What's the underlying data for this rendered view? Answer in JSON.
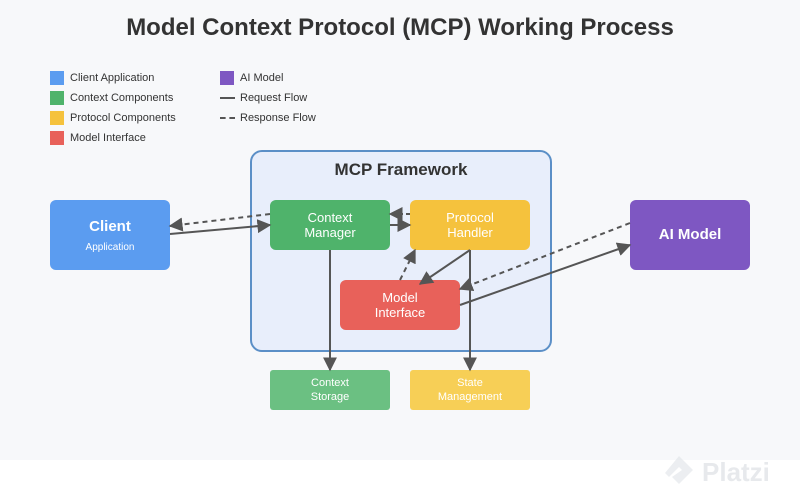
{
  "title": "Model Context Protocol (MCP) Working Process",
  "legend": [
    {
      "label": "Client Application",
      "kind": "swatch",
      "color": "#5b9cf0"
    },
    {
      "label": "Context Components",
      "kind": "swatch",
      "color": "#4fb36b"
    },
    {
      "label": "Protocol Components",
      "kind": "swatch",
      "color": "#f5c23d"
    },
    {
      "label": "Model Interface",
      "kind": "swatch",
      "color": "#e8615a"
    },
    {
      "label": "AI Model",
      "kind": "swatch",
      "color": "#7e57c2"
    },
    {
      "label": "Request Flow",
      "kind": "solid-line",
      "color": "#555555"
    },
    {
      "label": "Response Flow",
      "kind": "dashed-line",
      "color": "#555555"
    }
  ],
  "framework": {
    "title": "MCP Framework"
  },
  "nodes": {
    "client": {
      "title": "Client",
      "subtitle": "Application",
      "color": "#5b9cf0"
    },
    "context_manager": {
      "line1": "Context",
      "line2": "Manager",
      "color": "#4fb36b"
    },
    "protocol_handler": {
      "line1": "Protocol",
      "line2": "Handler",
      "color": "#f5c23d"
    },
    "model_interface": {
      "line1": "Model",
      "line2": "Interface",
      "color": "#e8615a"
    },
    "ai_model": {
      "title": "AI Model",
      "color": "#7e57c2"
    },
    "context_storage": {
      "line1": "Context",
      "line2": "Storage",
      "color": "#6bc082"
    },
    "state_management": {
      "line1": "State",
      "line2": "Management",
      "color": "#f7cf56"
    }
  },
  "watermark": {
    "text": "Platzi",
    "icon": "platzi-logo-icon"
  }
}
